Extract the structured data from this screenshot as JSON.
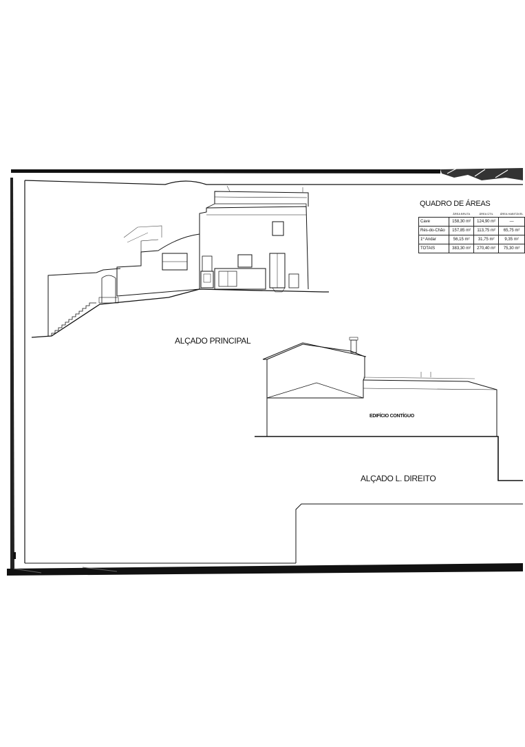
{
  "drawing": {
    "elevation_principal_title": "ALÇADO PRINCIPAL",
    "elevation_right_title": "ALÇADO L. DIREITO",
    "adjacent_building_label": "EDIFÍCIO CONTÍGUO"
  },
  "areas": {
    "title": "QUADRO DE ÁREAS",
    "columns": [
      "ÁREA BRUTA",
      "ÁREA ÚTIL",
      "ÁREA HABITÁVEL"
    ],
    "rows": [
      {
        "label": "Cave",
        "values": [
          "158,30 m²",
          "124,90 m²",
          "—"
        ]
      },
      {
        "label": "Rés-do-Chão",
        "values": [
          "157,85 m²",
          "113,75 m²",
          "65,75 m²"
        ]
      },
      {
        "label": "1º Andar",
        "values": [
          "56,15 m²",
          "31,75 m²",
          "9,35 m²"
        ]
      },
      {
        "label": "TOTAIS",
        "values": [
          "383,30 m²",
          "270,40 m²",
          "75,30 m²"
        ]
      }
    ]
  }
}
